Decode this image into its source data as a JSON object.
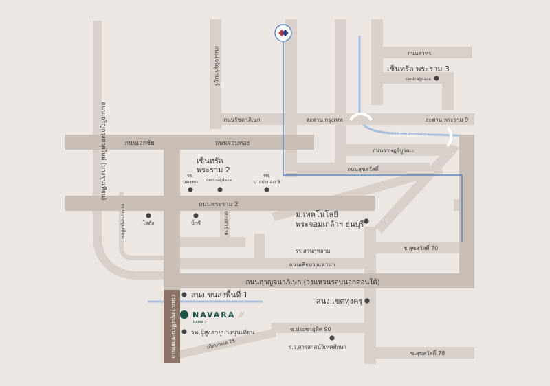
{
  "roads": {
    "r1": "ถนนสาทร",
    "r2": "ถนนรัชดาภิเษก",
    "r3": "สะพาน กรุงเทพ",
    "r4": "สะพาน พระราม 9",
    "r5": "ถนนราษฎร์บูรณะ",
    "r6": "ถนนสุขสวัสดิ์",
    "r7": "ถนนเอกชัย",
    "r8": "ถนนจอมทอง",
    "r9": "ถนนพระราม 2",
    "r10": "ซ.สุขสวัสดิ์ 70",
    "r11": "ถนนเลียบวงแหวนฯ",
    "r12": "ถนนกาญจนาภิเษก (วงแหวนรอบนอกตอนใต้)",
    "r13": "ซ.ประชาอุทิศ 90",
    "r14": "ซ.สุขสวัสดิ์ 78",
    "r15": "เทียนทะเล 25",
    "v1": "ถนนเจริญกรุงสายใหม่ (บางขุนเทียน)",
    "v2": "ถนนเจริญราษฎร์",
    "v3": "ถนนบางขุนเทียน",
    "v4": "ถนนท่าข้าม",
    "v5": "ถนนบางขุนเทียน-ชายทะเล",
    "river": "แม่น้ำเจ้าพระยา"
  },
  "places": {
    "central_rama3": "เซ็นทรัล  พระราม 3",
    "central_rama2_l1": "เซ็นทรัล",
    "central_rama2_l2": "พระราม 2",
    "nakorn_l1": "รพ.",
    "nakorn_l2": "นครธน",
    "bangpakok_l1": "รพ.",
    "bangpakok_l2": "บางปะกอก 9",
    "lotus": "โลตัส",
    "bigc": "บิ๊กซี",
    "kmutt_l1": "ม.เทคโนโลยี",
    "kmutt_l2": "พระจอมเกล้าฯ ธนบุรี",
    "suan_kulap": "รร.สวนกุหลาบ",
    "dlt": "สนง.ขนส่งพื้นที่ 1",
    "district": "สนง.เขตทุ่งครุ",
    "elderly": "รพ.ผู้สูงอายุบางขุนเทียน",
    "school2": "ร.ร.สารสาสน์วิเทศศึกษา"
  },
  "brand": {
    "central_logo": "centralplaza",
    "navara": "NAVARA",
    "navara_sub": "RAMA 2"
  },
  "colors": {
    "background": "#ece7e2",
    "road": "#d8d0c9",
    "main_road": "#c8beb6",
    "river": "#a8bedf",
    "rail": "#5b83c6",
    "highlight_road": "#8c7566",
    "navara": "#1d5248"
  },
  "icons": {
    "station": "mrt-station-icon",
    "logo": "navara-logo-icon"
  }
}
